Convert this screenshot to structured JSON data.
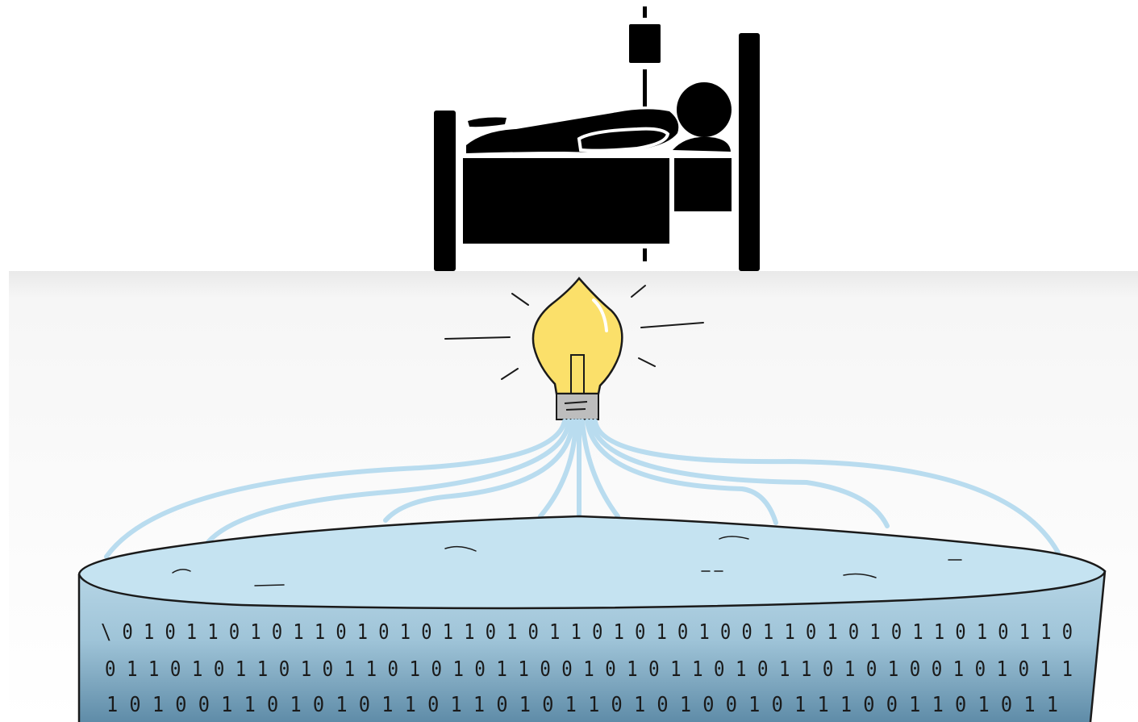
{
  "scene": {
    "top_panel": {
      "background": "#ffffff"
    },
    "bottom_panel": {
      "gradient_top": "#f1f1f1",
      "gradient_bottom": "#ffffff"
    },
    "bed_icon": {
      "color": "#000000"
    },
    "lightbulb": {
      "glass_color": "#fbe06a",
      "base_color": "#bdbdbd"
    },
    "data_lake": {
      "water_color": "#c5e3f1",
      "wall_color": "#b7d9ea",
      "pipe_color": "#b9dcef"
    },
    "binary_rows": [
      "\\ 0 1 0 1 1 0 1 0 1 1 0 1 0 1 0 1 1 0 1 0 1 1 0 1 0 1 0 1 0 0 1 1 0 1 0 1 0 1 1 0 1 0 1 1 0",
      "0 1 1 0 1 0 1 1 0 1 0 1 1 0 1 0 1 0 1 1 0 0 1 0 1 0 1 1 0 1 0 1 1 0 1 0 1 0 0 1 0 1 0 1 1",
      "1 0 1 0 0 1 1 0 1 0 1 0 1 1 0 1 1 0 1 0 1 1 0 1 0 1 0 0 1 0 1 1 1 0 0 1 1 0 1 0 1 1"
    ]
  }
}
